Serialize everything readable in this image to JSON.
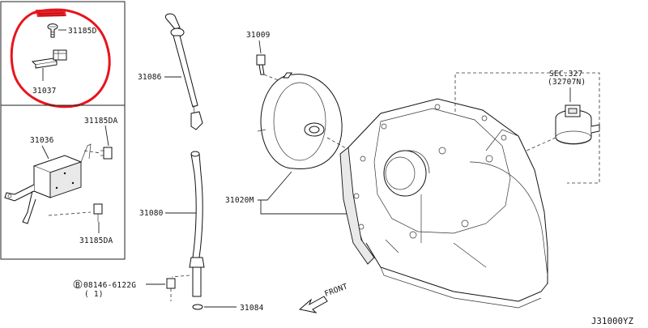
{
  "labels": {
    "p31185D": "31185D",
    "p31037": "31037",
    "p31036": "31036",
    "p31185DA_top": "31185DA",
    "p31185DA_bot": "31185DA",
    "p31086": "31086",
    "p31080": "31080",
    "p31009": "31009",
    "p31020M": "31020M",
    "p31084": "31084",
    "bolt_code": "08146-6122G",
    "bolt_qty": "( 1)",
    "bolt_symbol": "B",
    "sec_ref": "SEC.327",
    "sec_part": "(32707N)",
    "front": "FRONT",
    "diagram_id": "J31000YZ"
  },
  "colors": {
    "highlight": "#e8141c",
    "redaction": "#e8141c",
    "ink": "#111111"
  }
}
